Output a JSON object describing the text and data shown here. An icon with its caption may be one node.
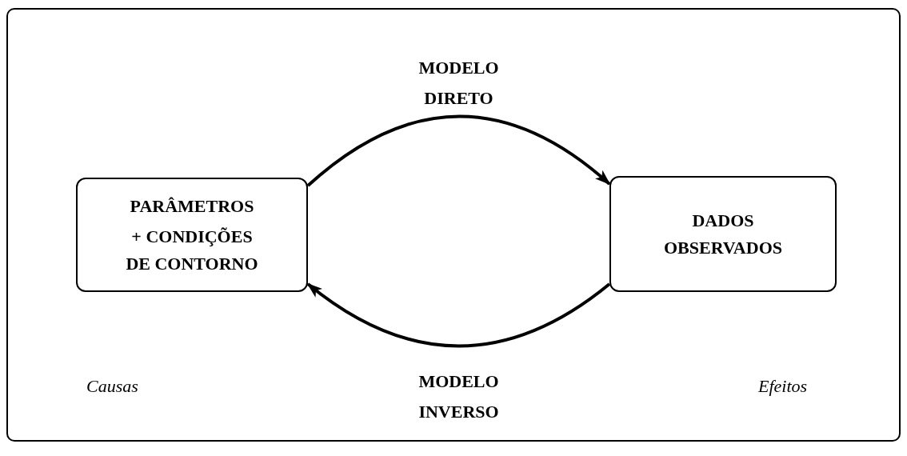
{
  "diagram": {
    "nodes": [
      {
        "text": [
          "PARÂMETROS",
          "+ CONDIÇÕES DE CONTORNO"
        ]
      },
      {
        "text": [
          "DADOS OBSERVADOS"
        ]
      }
    ],
    "edges": [
      {
        "from": 0,
        "to": 1,
        "arrow": "to",
        "label": "MODELO DIRETO"
      },
      {
        "from": 1,
        "to": 0,
        "arrow": "to",
        "label": "MODELO INVERSO"
      }
    ],
    "labels": [
      "Causas",
      "Efeitos"
    ]
  }
}
